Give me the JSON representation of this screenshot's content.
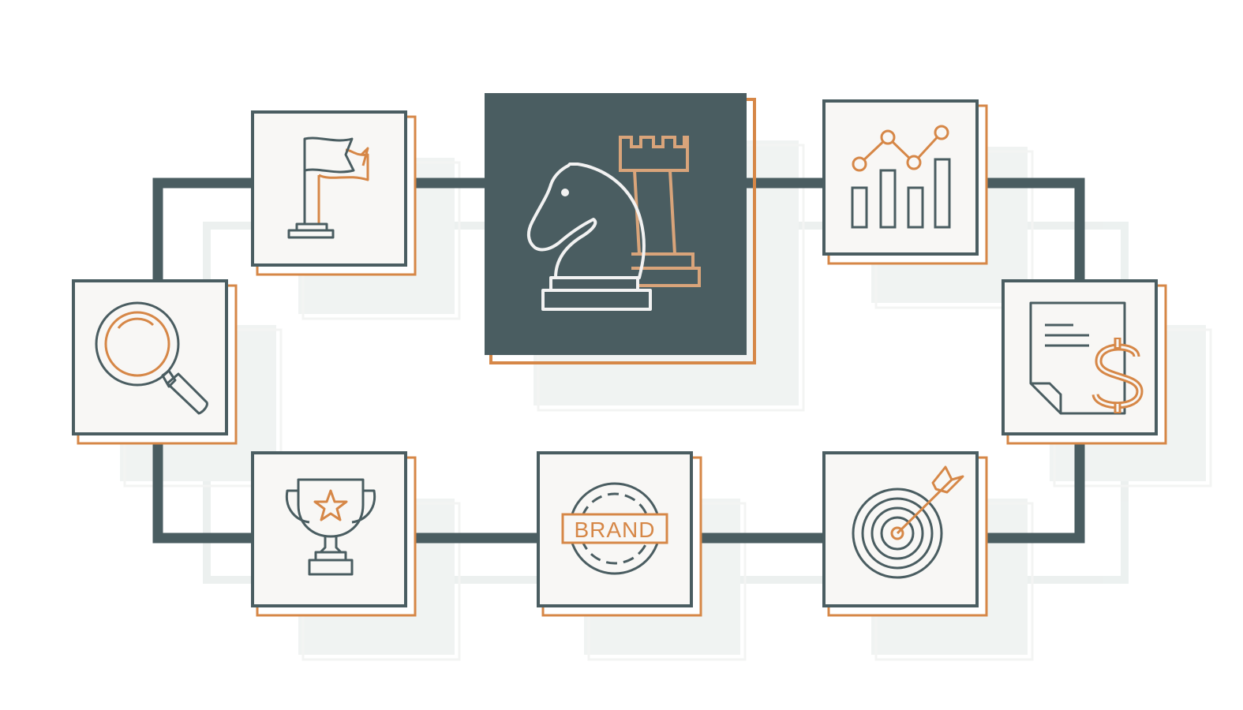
{
  "colors": {
    "background": "#ffffff",
    "dark": "#4a5d61",
    "accent": "#d68747",
    "accent_light": "#d9a47a",
    "tile_fill": "#f8f7f5",
    "ghost": "#e9eeed",
    "center_icon_stroke": "#f2f2f2"
  },
  "diagram": {
    "center": {
      "icon": "chess-strategy-icon"
    },
    "nodes": [
      {
        "id": "goal",
        "icon": "flag-icon"
      },
      {
        "id": "analytics",
        "icon": "bar-line-chart-icon"
      },
      {
        "id": "pricing",
        "icon": "invoice-dollar-icon"
      },
      {
        "id": "targeting",
        "icon": "target-arrow-icon"
      },
      {
        "id": "branding",
        "icon": "brand-seal-icon",
        "label": "BRAND"
      },
      {
        "id": "achievement",
        "icon": "trophy-star-icon"
      },
      {
        "id": "research",
        "icon": "magnifier-icon"
      }
    ]
  }
}
